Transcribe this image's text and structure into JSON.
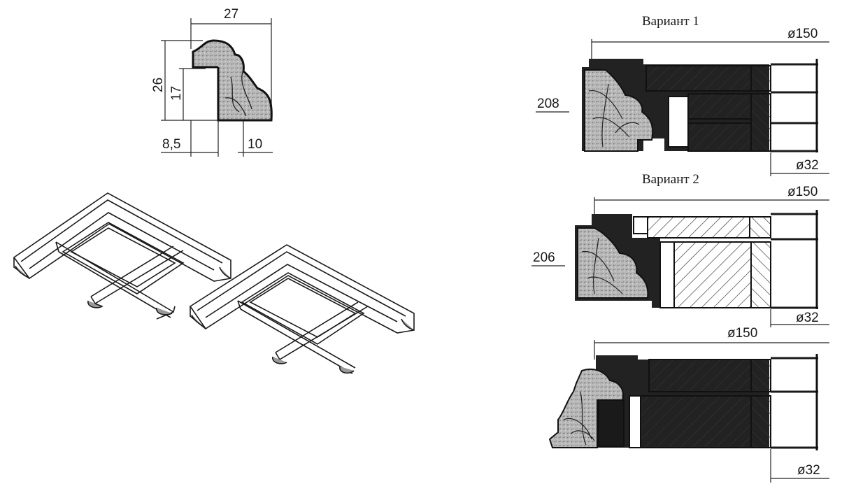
{
  "profile": {
    "width": "27",
    "height_total": "26",
    "height_inner": "17",
    "offset_left": "8,5",
    "offset_right": "10"
  },
  "variants": [
    {
      "caption": "Вариант 1",
      "outer_diameter": "ø150",
      "bore_diameter": "ø32",
      "size": "208"
    },
    {
      "caption": "Вариант 2",
      "outer_diameter": "ø150",
      "bore_diameter": "ø32",
      "size": "206"
    },
    {
      "caption": "",
      "outer_diameter": "ø150",
      "bore_diameter": "ø32",
      "size": ""
    }
  ]
}
